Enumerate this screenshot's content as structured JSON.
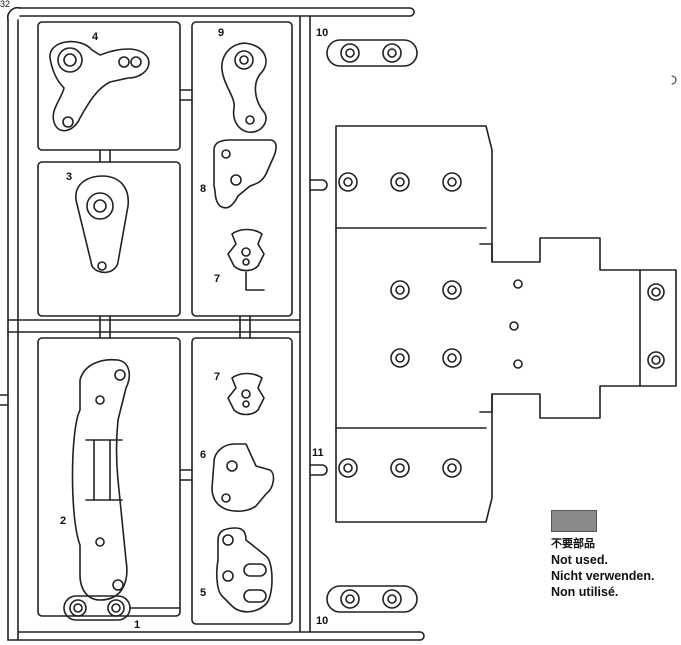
{
  "sheet_code": "32",
  "parts": {
    "p1": "1",
    "p2": "2",
    "p3": "3",
    "p4": "4",
    "p5": "5",
    "p6": "6",
    "p7a": "7",
    "p7b": "7",
    "p8": "8",
    "p9": "9",
    "p10a": "10",
    "p10b": "10",
    "p11": "11"
  },
  "legend": {
    "swatch_color": "#8a8a8a",
    "line_ja": "不要部品",
    "line_en": "Not used.",
    "line_de": "Nicht verwenden.",
    "line_fr": "Non utilisé."
  }
}
